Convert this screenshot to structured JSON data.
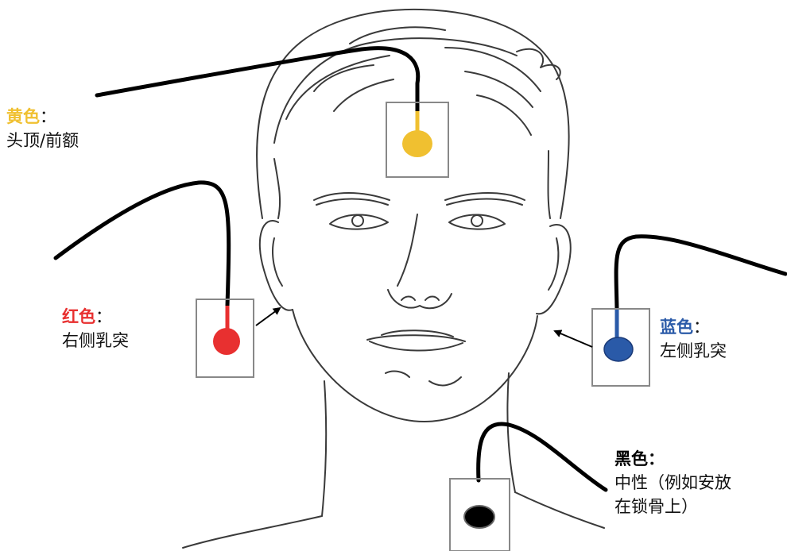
{
  "colors": {
    "yellow": "#f0c030",
    "red": "#e83030",
    "blue": "#2a5aa8",
    "black": "#000000",
    "line": "#404040"
  },
  "electrodes": {
    "yellow": {
      "color_word": "黄色",
      "sep": "：",
      "location": "头顶/前额"
    },
    "red": {
      "color_word": "红色",
      "sep": "：",
      "location": "右侧乳突"
    },
    "blue": {
      "color_word": "蓝色",
      "sep": "：",
      "location": "左侧乳突"
    },
    "black": {
      "color_word": "黑色",
      "sep": "：",
      "location_line1": "中性（例如安放",
      "location_line2": "在锁骨上）"
    }
  }
}
